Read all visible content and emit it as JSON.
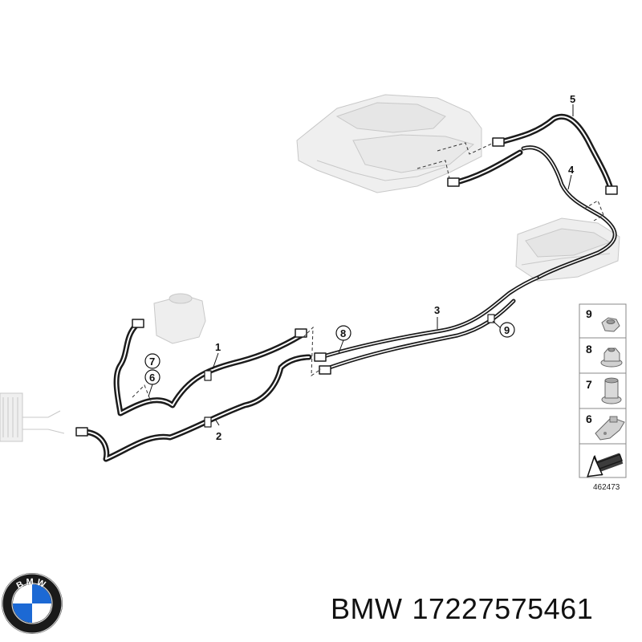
{
  "callouts": {
    "c1": "1",
    "c2": "2",
    "c3": "3",
    "c4": "4",
    "c5": "5",
    "c6": "6",
    "c7": "7",
    "c8": "8",
    "c9": "9"
  },
  "legend": {
    "items": [
      {
        "number": "9",
        "icon": "nut-icon"
      },
      {
        "number": "8",
        "icon": "flange-nut-icon"
      },
      {
        "number": "7",
        "icon": "sleeve-nut-icon"
      },
      {
        "number": "6",
        "icon": "bracket-clip-icon"
      }
    ],
    "diagram_id": "462473"
  },
  "logo": {
    "brand_letters": "BMW",
    "colors": {
      "blue": "#1c69d4",
      "ring": "#1a1a1a",
      "white": "#ffffff"
    }
  },
  "footer": {
    "brand": "BMW",
    "part_number": "17227575461"
  }
}
